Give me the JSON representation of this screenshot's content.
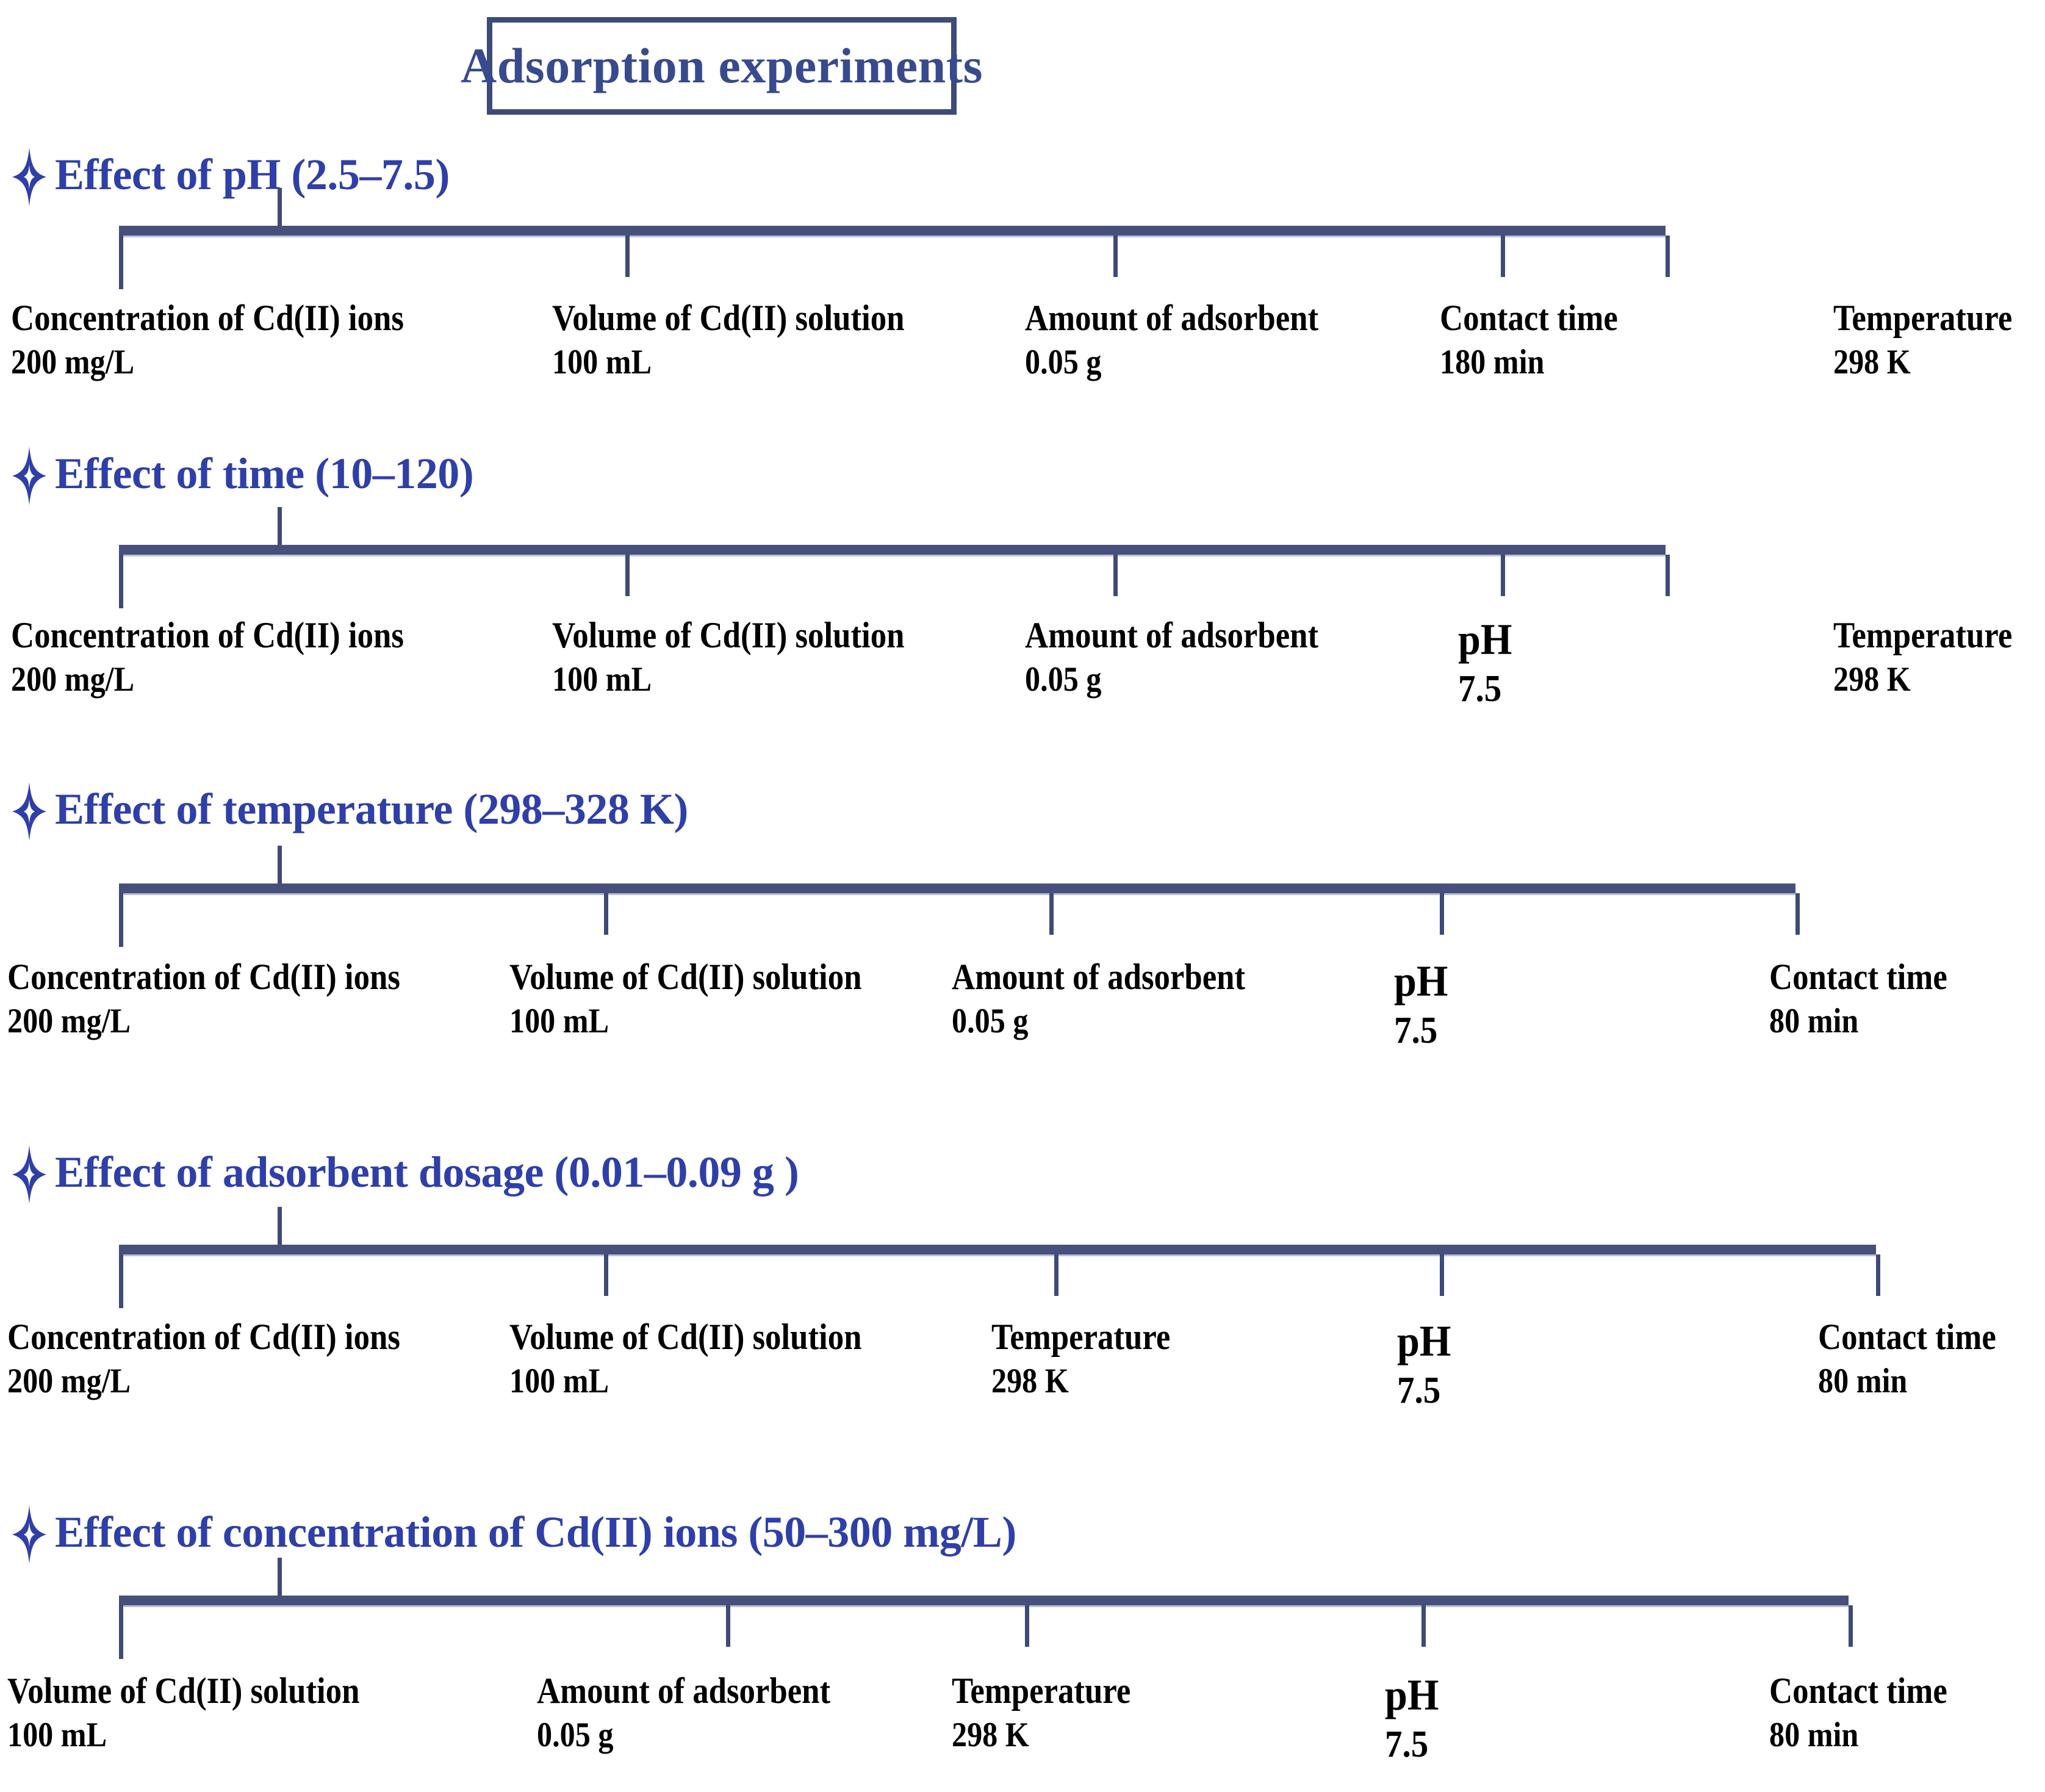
{
  "title": {
    "text": "Adsorption experiments",
    "border_color": "#3e4a78",
    "text_color": "#384a8e"
  },
  "colors": {
    "heading": "#2f3fa8",
    "connector": "#3e4a78",
    "bar": "#46507a",
    "label": "#000000"
  },
  "icons": {
    "bullet": "four-pointed-star"
  },
  "sections": [
    {
      "heading": "Effect of pH (2.5–7.5)",
      "params": [
        {
          "name": "Concentration of Cd(II) ions",
          "value": "200 mg/L",
          "emphasis": false
        },
        {
          "name": "Volume of Cd(II) solution",
          "value": "100 mL",
          "emphasis": false
        },
        {
          "name": "Amount of adsorbent",
          "value": "0.05 g",
          "emphasis": false
        },
        {
          "name": "Contact time",
          "value": "180 min",
          "emphasis": false
        },
        {
          "name": "Temperature",
          "value": "298 K",
          "emphasis": false
        }
      ]
    },
    {
      "heading": "Effect of time (10–120)",
      "params": [
        {
          "name": "Concentration of Cd(II) ions",
          "value": "200 mg/L",
          "emphasis": false
        },
        {
          "name": "Volume of Cd(II) solution",
          "value": "100 mL",
          "emphasis": false
        },
        {
          "name": "Amount of adsorbent",
          "value": "0.05 g",
          "emphasis": false
        },
        {
          "name": "pH",
          "value": "7.5",
          "emphasis": true
        },
        {
          "name": "Temperature",
          "value": "298 K",
          "emphasis": false
        }
      ]
    },
    {
      "heading": "Effect of temperature (298–328 K)",
      "params": [
        {
          "name": "Concentration of Cd(II) ions",
          "value": "200 mg/L",
          "emphasis": false
        },
        {
          "name": "Volume of Cd(II) solution",
          "value": "100 mL",
          "emphasis": false
        },
        {
          "name": "Amount of adsorbent",
          "value": "0.05 g",
          "emphasis": false
        },
        {
          "name": "pH",
          "value": "7.5",
          "emphasis": true
        },
        {
          "name": "Contact time",
          "value": "80 min",
          "emphasis": false
        }
      ]
    },
    {
      "heading": "Effect of adsorbent dosage (0.01–0.09 g )",
      "params": [
        {
          "name": "Concentration of Cd(II) ions",
          "value": "200 mg/L",
          "emphasis": false
        },
        {
          "name": "Volume of Cd(II) solution",
          "value": "100 mL",
          "emphasis": false
        },
        {
          "name": "Temperature",
          "value": "298 K",
          "emphasis": false
        },
        {
          "name": "pH",
          "value": "7.5",
          "emphasis": true
        },
        {
          "name": "Contact time",
          "value": "80 min",
          "emphasis": false
        }
      ]
    },
    {
      "heading": "Effect of concentration of Cd(II) ions (50–300 mg/L)",
      "params": [
        {
          "name": "Volume of Cd(II) solution",
          "value": "100 mL",
          "emphasis": false
        },
        {
          "name": "Amount of adsorbent",
          "value": "0.05 g",
          "emphasis": false
        },
        {
          "name": "Temperature",
          "value": "298 K",
          "emphasis": false
        },
        {
          "name": "pH",
          "value": "7.5",
          "emphasis": true
        },
        {
          "name": "Contact time",
          "value": "80 min",
          "emphasis": false
        }
      ]
    }
  ]
}
